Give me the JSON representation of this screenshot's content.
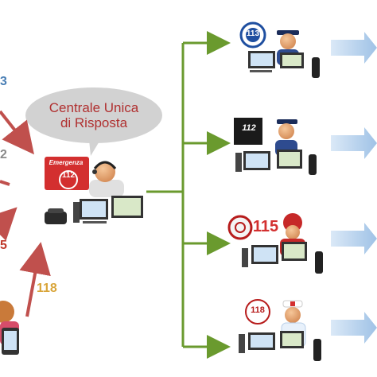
{
  "bubble": {
    "line1": "Centrale Unica",
    "line2": "di Risposta"
  },
  "emergency_card": {
    "label": "Emergenza",
    "number": "112"
  },
  "incoming_numbers": [
    {
      "text": "3",
      "color": "#4a7fb5"
    },
    {
      "text": "2",
      "color": "#8a8a8a"
    },
    {
      "text": "5",
      "color": "#c0392b"
    },
    {
      "text": "118",
      "color": "#d9a53a"
    }
  ],
  "services": [
    {
      "id": "carabinieri",
      "badge": "113"
    },
    {
      "id": "police",
      "badge": "112"
    },
    {
      "id": "fire",
      "badge": "115"
    },
    {
      "id": "health",
      "badge": "118"
    }
  ],
  "colors": {
    "connector": "#6a9a2e",
    "incoming_arrow": "#c0504d",
    "outgoing_arrow": "#a9c8e8"
  }
}
